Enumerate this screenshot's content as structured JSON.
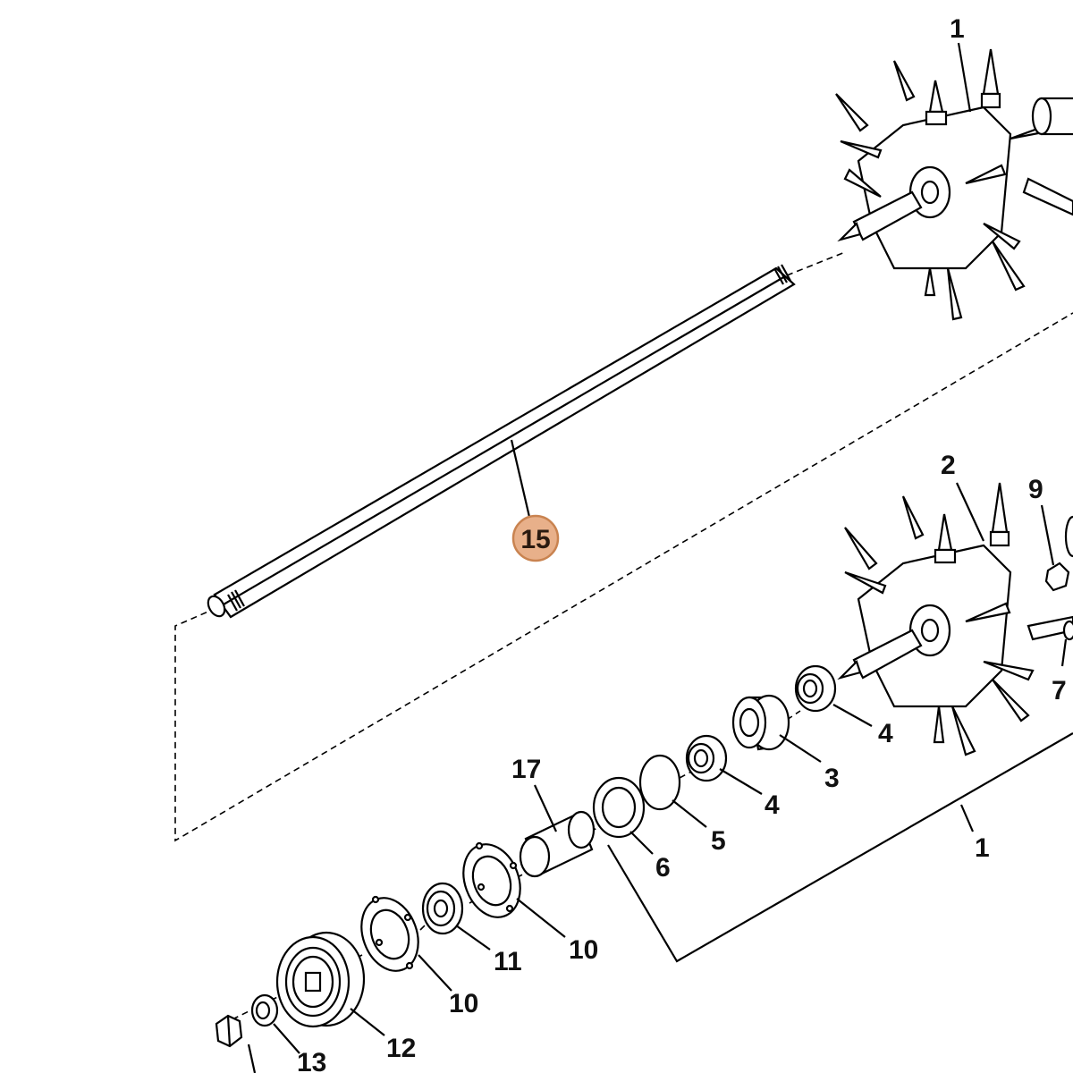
{
  "diagram": {
    "highlight_color": "#e8b08a",
    "highlight_stroke": "#c98350",
    "callouts": {
      "c1_top": "1",
      "c15": "15",
      "c2": "2",
      "c9": "9",
      "c7": "7",
      "c4_right": "4",
      "c3": "3",
      "c4_left": "4",
      "c5": "5",
      "c1_bracket": "1",
      "c17": "17",
      "c6": "6",
      "c10_right": "10",
      "c11": "11",
      "c10_left": "10",
      "c12": "12",
      "c13": "13"
    }
  }
}
